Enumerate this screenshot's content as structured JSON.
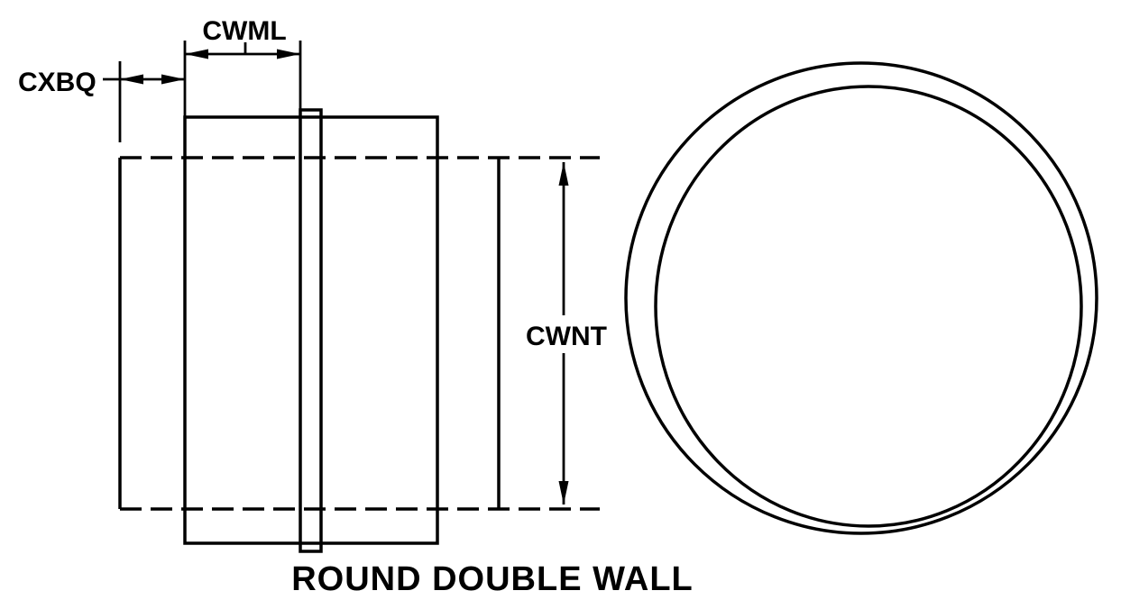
{
  "diagram": {
    "caption": "ROUND DOUBLE WALL",
    "dimensions": {
      "cwml": "CWML",
      "cxbq": "CXBQ",
      "cwnt": "CWNT"
    },
    "colors": {
      "line": "#000000",
      "background": "#ffffff"
    }
  }
}
